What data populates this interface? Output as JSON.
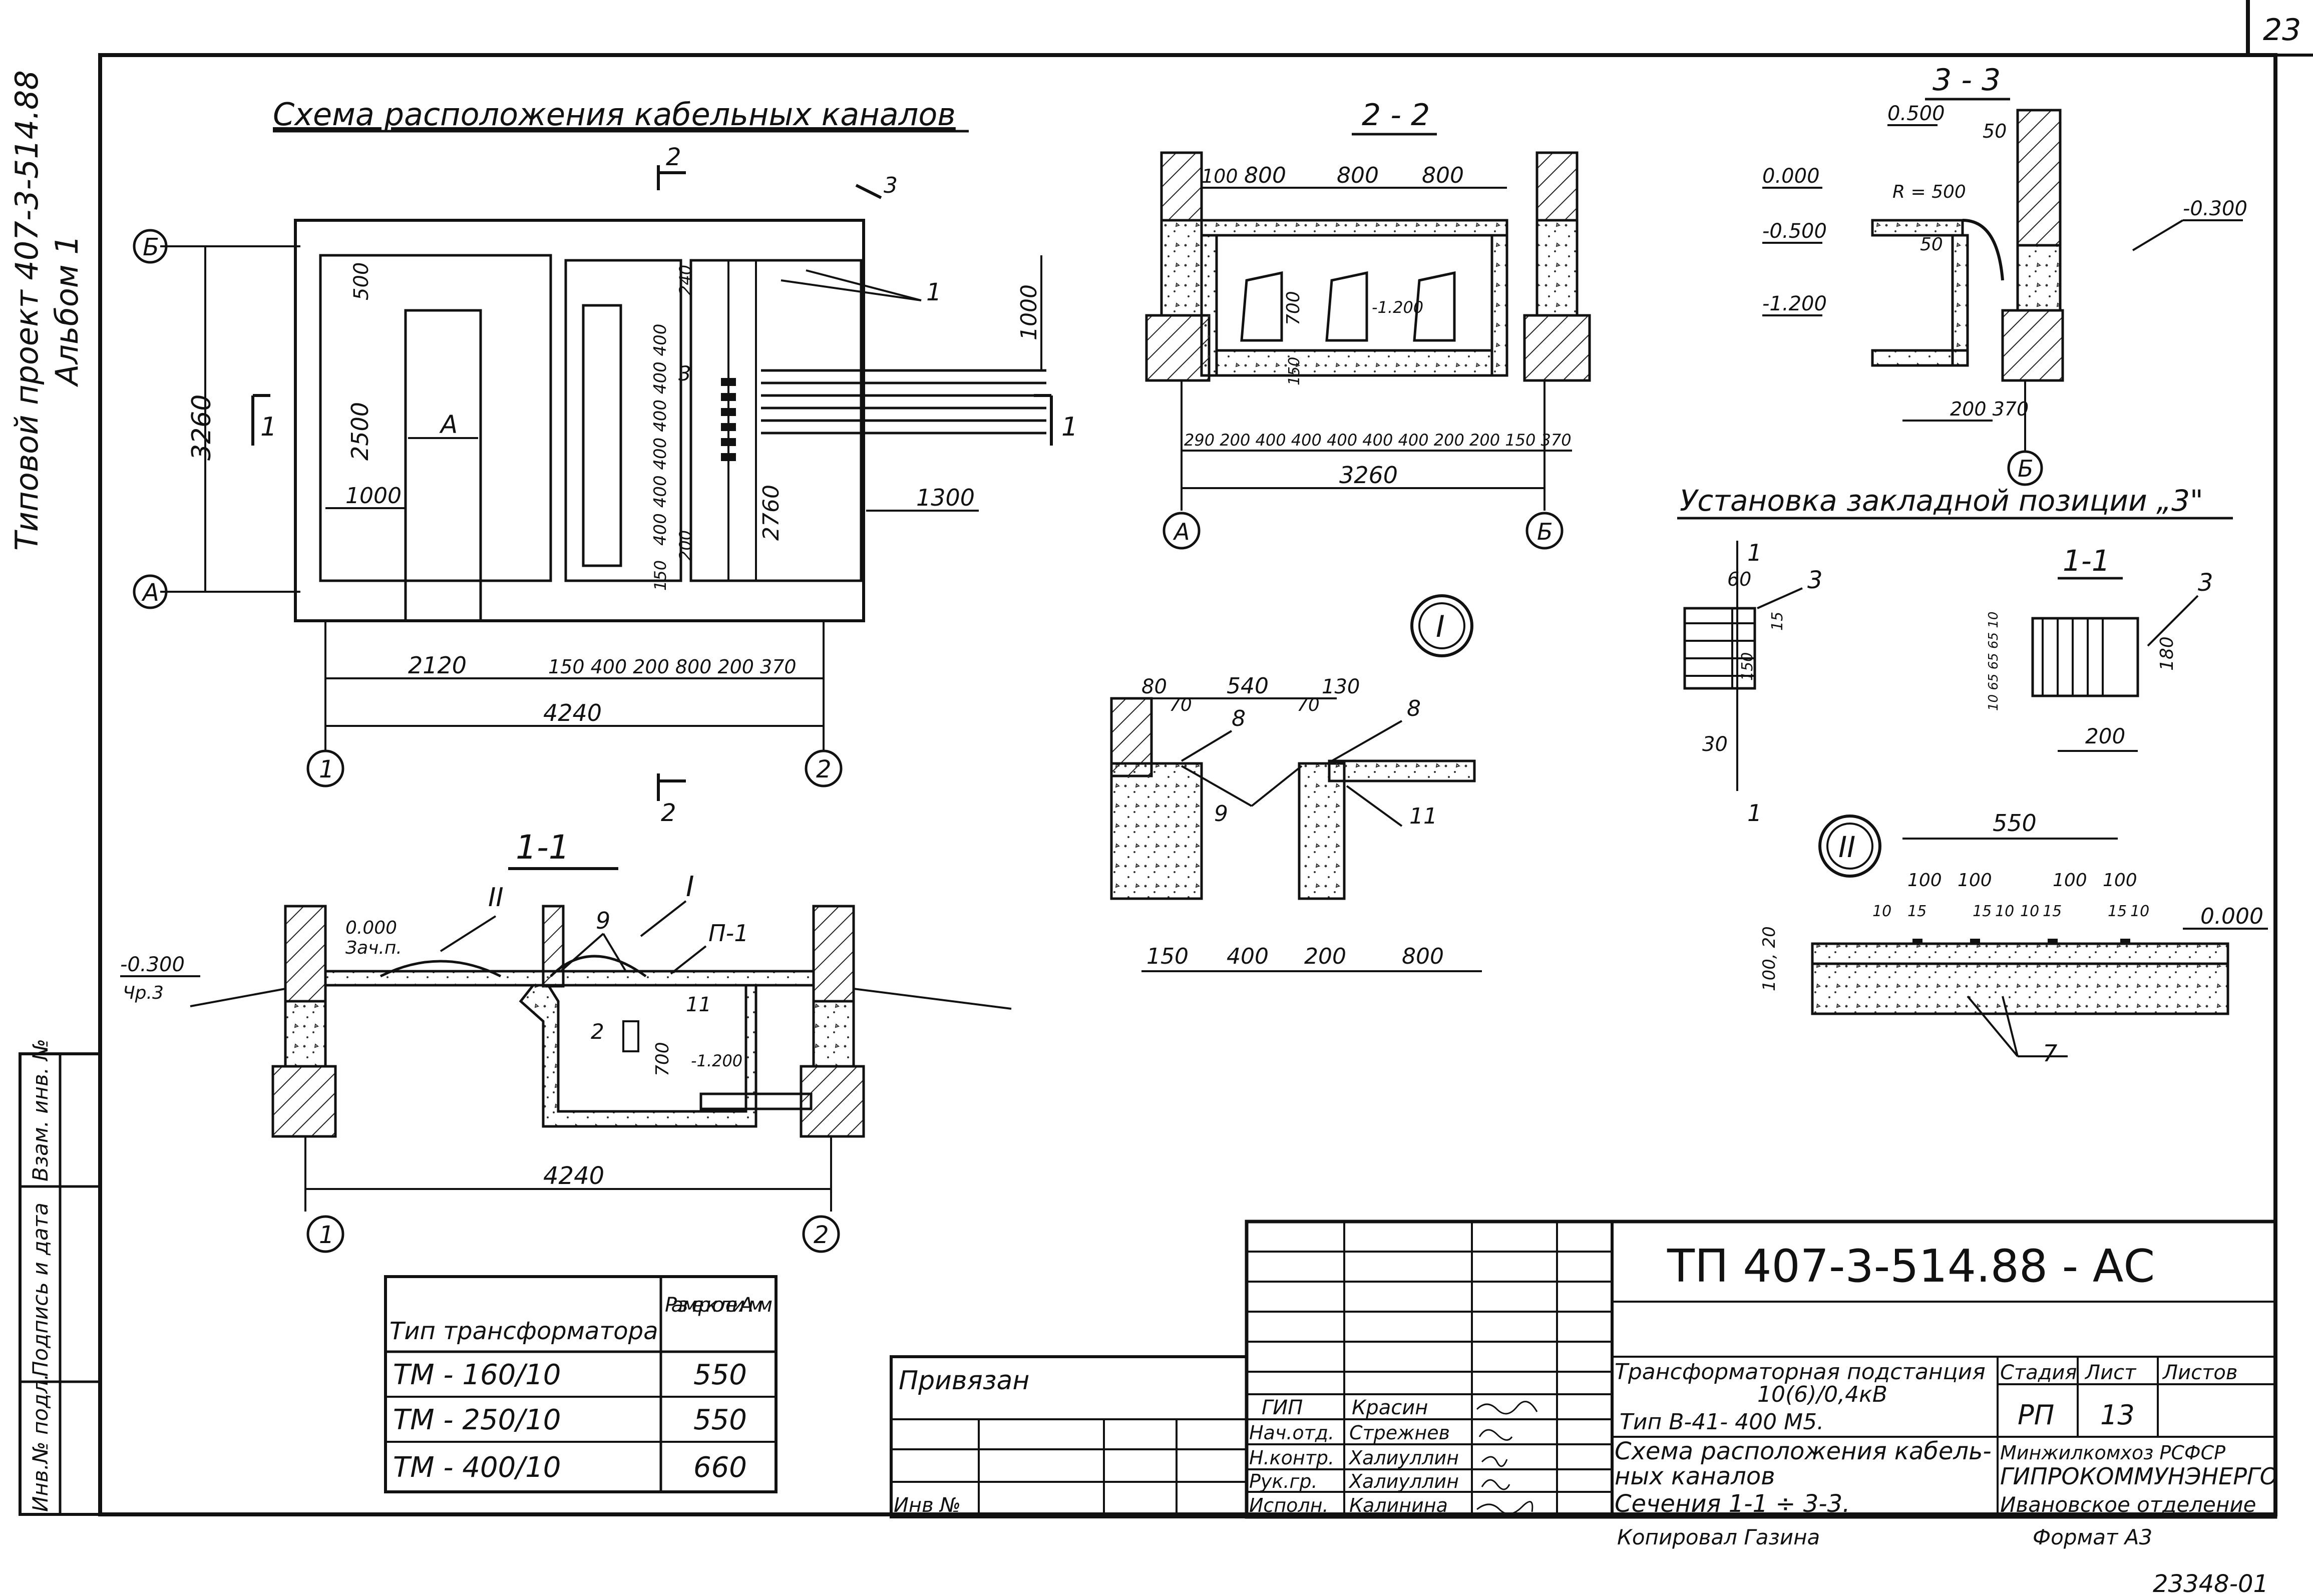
{
  "page_number": "23",
  "archive_number": "23348-01",
  "side_title": {
    "line1": "Типовой проект 407-3-514.88",
    "line2": "Альбом 1"
  },
  "side_stamps": [
    "Инв.№ подл.",
    "Подпись и дата",
    "Взам. инв. №"
  ],
  "plan": {
    "title": "Схема расположения кабельных каналов",
    "axis_left": [
      "Б",
      "А"
    ],
    "axis_bottom": [
      "1",
      "2"
    ],
    "height_total": "3260",
    "dim_2500": "2500",
    "dim_500": "500",
    "dim_1000_inner": "1000",
    "dim_1000_right": "1000",
    "dim_1300": "1300",
    "dim_2760": "2760",
    "dim_A": "А",
    "vertical_pitches": "400 400 400 400 400 400",
    "dim_240": "240",
    "dim_200": "200",
    "dim_150": "150",
    "bottom_dims": "2120",
    "bottom_dims_2": "150 400 200 800 200 370",
    "total": "4240",
    "section_marks": [
      "1",
      "1",
      "2",
      "2",
      "3"
    ],
    "leader_1": "1",
    "mark_3": "3"
  },
  "section_22": {
    "title": "2 - 2",
    "top_dims": [
      "100",
      "800",
      "800",
      "800"
    ],
    "dim_700": "700",
    "dim_1200": "-1.200",
    "dim_150": "150",
    "bottom_dims": "290 200 400 400 400 400 400 200 200 150 370",
    "total": "3260",
    "axes": [
      "А",
      "Б"
    ]
  },
  "section_33": {
    "title": "3 - 3",
    "levels": [
      "0.500",
      "0.000",
      "-0.500",
      "-1.200",
      "-0.300"
    ],
    "r_label": "R = 500",
    "dim_50": "50",
    "dim_50b": "50",
    "bottom_dims": "200 370",
    "axis": "Б"
  },
  "embed": {
    "title": "Установка закладной позиции „3\"",
    "section_label": "1-1",
    "mark_3": "3",
    "dim_60": "60",
    "dim_30": "30",
    "dim_15": "15",
    "dim_150": "150",
    "dim_180": "180",
    "dim_200": "200",
    "side_dims": "10 65 65 65 10",
    "cut_marks": [
      "1",
      "1"
    ]
  },
  "node_I": {
    "label": "I",
    "top_dims": [
      "80",
      "540",
      "130"
    ],
    "dim_70a": "70",
    "dim_70b": "70",
    "mark_8a": "8",
    "mark_8b": "8",
    "mark_9": "9",
    "mark_11": "11",
    "bottom_dims": [
      "150",
      "400",
      "200",
      "800"
    ]
  },
  "node_II": {
    "label": "II",
    "width": "550",
    "dims_100": [
      "100",
      "100",
      "100",
      "100"
    ],
    "dims_small": [
      "10",
      "15",
      "15",
      "10",
      "10",
      "15",
      "15",
      "10"
    ],
    "dim_100_20": "100, 20",
    "level": "0.000",
    "mark_7": "7"
  },
  "section_11": {
    "title": "1-1",
    "level_left": "-0.300",
    "note_left": "Чр.3",
    "level_000": "0.000",
    "note_000": "Зач.п.",
    "mark_II": "II",
    "mark_I": "I",
    "mark_P1": "П-1",
    "mark_9": "9",
    "mark_11": "11",
    "mark_2": "2",
    "dim_700": "700",
    "dim_1200": "-1.200",
    "total": "4240",
    "axes": [
      "1",
      "2"
    ]
  },
  "transformer_table": {
    "headers": [
      "Тип трансформатора",
      "Размер колеи А мм"
    ],
    "rows": [
      [
        "ТМ - 160/10",
        "550"
      ],
      [
        "ТМ - 250/10",
        "550"
      ],
      [
        "ТМ - 400/10",
        "660"
      ]
    ]
  },
  "binding": {
    "label": "Привязан",
    "inv_label": "Инв №"
  },
  "title_block": {
    "code": "ТП  407-3-514.88 - АС",
    "roles": [
      "ГИП",
      "Нач.отд.",
      "Н.контр.",
      "Рук.гр.",
      "Исполн."
    ],
    "names": [
      "Красин",
      "Стрежнев",
      "Халиуллин",
      "Халиуллин",
      "Калинина"
    ],
    "object_line1": "Трансформаторная подстанция",
    "object_line2": "10(6)/0,4кВ",
    "object_line3": "Тип В-41- 400 М5.",
    "sheet_line1": "Схема расположения кабель-",
    "sheet_line2": "ных каналов",
    "sheet_line3": "Сечения 1-1 ÷ 3-3.",
    "stage_header": "Стадия",
    "sheet_header": "Лист",
    "sheets_header": "Листов",
    "stage": "РП",
    "sheet": "13",
    "org1": "Минжилкомхоз РСФСР",
    "org2": "ГИПРОКОММУНЭНЕРГО",
    "org3": "Ивановское отделение",
    "copied": "Копировал Газина",
    "format": "Формат А3"
  }
}
